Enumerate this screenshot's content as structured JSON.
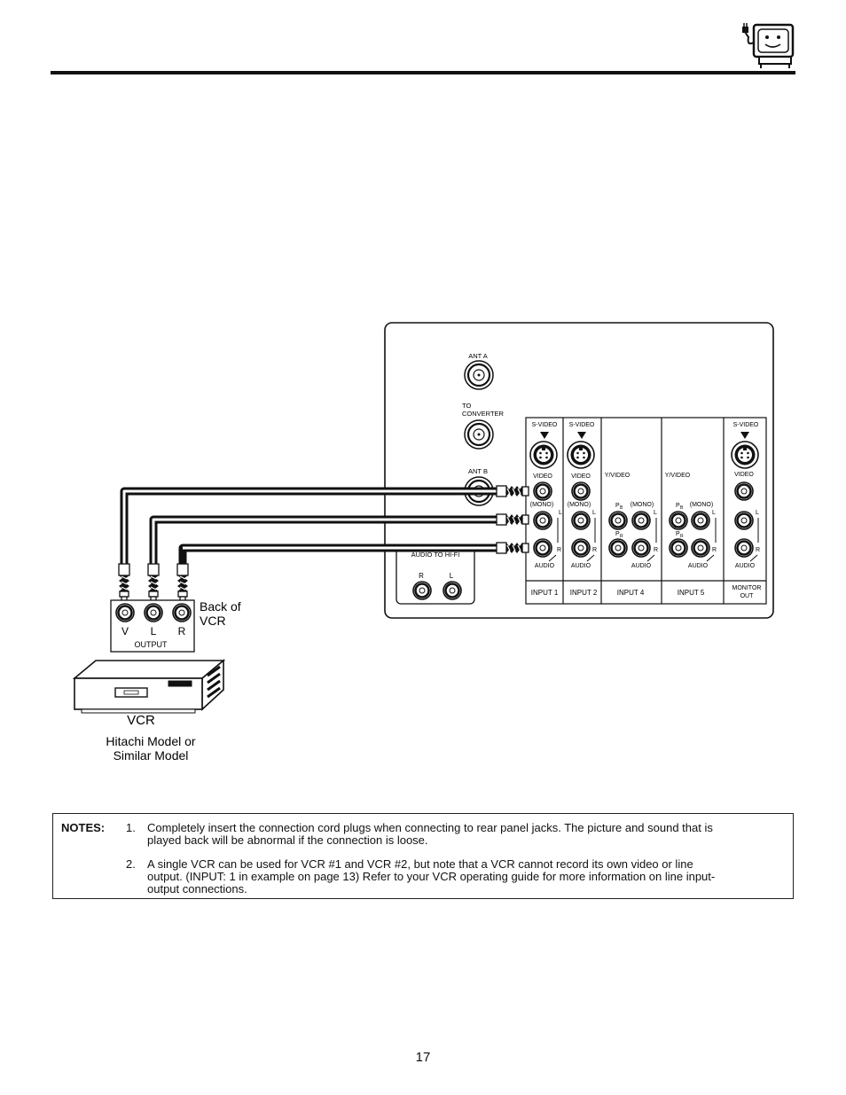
{
  "tv_panel": {
    "ant_a": "ANT A",
    "to_converter_1": "TO",
    "to_converter_2": "CONVERTER",
    "ant_b": "ANT B",
    "audio_to_hifi": "AUDIO TO HI-FI",
    "hifi_r": "R",
    "hifi_l": "L",
    "s_video": "S-VIDEO",
    "video": "VIDEO",
    "y_video": "Y/VIDEO",
    "mono": "(MONO)",
    "audio": "AUDIO",
    "l": "L",
    "r": "R",
    "p_b": "P",
    "p_b_sub": "B",
    "p_r": "P",
    "p_r_sub": "R",
    "inputs": [
      "INPUT 1",
      "INPUT 2",
      "INPUT 4",
      "INPUT 5"
    ],
    "monitor_out_1": "MONITOR",
    "monitor_out_2": "OUT"
  },
  "vcr": {
    "back_label_1": "Back of",
    "back_label_2": "VCR",
    "jack_v": "V",
    "jack_l": "L",
    "jack_r": "R",
    "output": "OUTPUT",
    "name": "VCR",
    "model_1": "Hitachi Model or",
    "model_2": "Similar Model"
  },
  "notes": {
    "label": "NOTES:",
    "items": [
      {
        "num": "1.",
        "line1": "Completely insert the connection cord plugs when connecting to rear panel jacks.  The picture and sound that is",
        "line2": "played back will be abnormal if the connection is loose."
      },
      {
        "num": "2.",
        "line1": "A single VCR can be used for VCR #1 and VCR #2, but note that a VCR cannot record its own video or line",
        "line2": "output.  (INPUT: 1 in example on page 13)  Refer to your VCR operating guide for more information on line input-",
        "line3": "output connections."
      }
    ]
  },
  "page_number": "17"
}
